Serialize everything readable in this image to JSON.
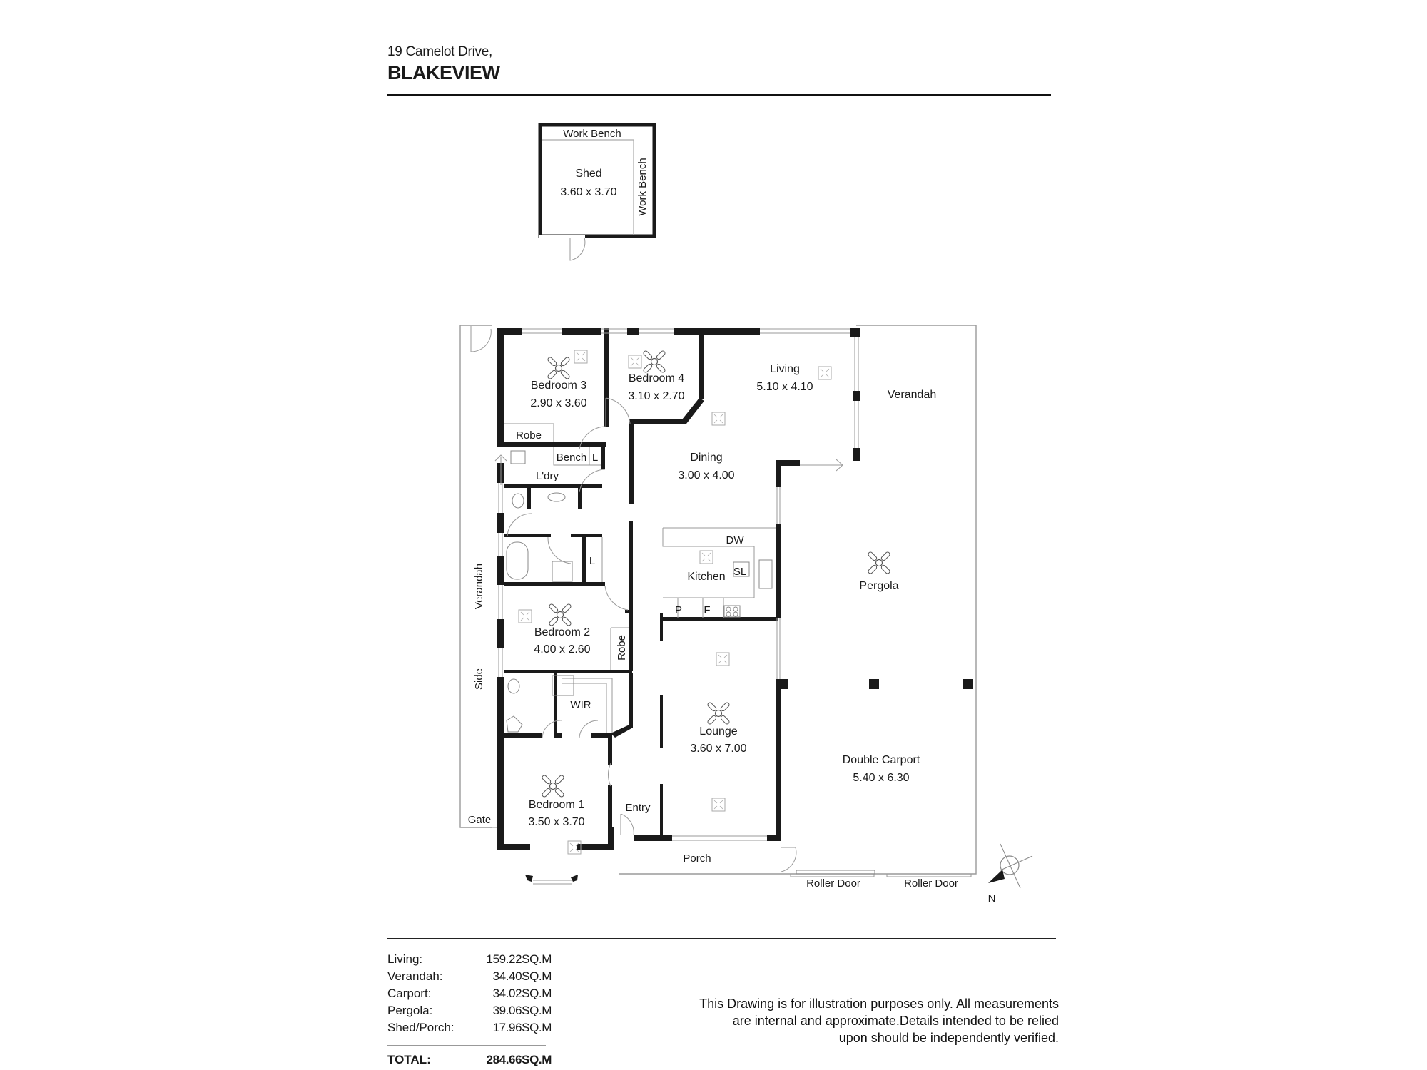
{
  "header": {
    "address": "19 Camelot Drive,",
    "suburb": "BLAKEVIEW"
  },
  "shed": {
    "name": "Shed",
    "dims": "3.60 x 3.70",
    "bench_top": "Work Bench",
    "bench_right": "Work Bench"
  },
  "rooms": {
    "bedroom3": {
      "name": "Bedroom 3",
      "dims": "2.90 x 3.60"
    },
    "bedroom4": {
      "name": "Bedroom 4",
      "dims": "3.10 x 2.70"
    },
    "living": {
      "name": "Living",
      "dims": "5.10 x 4.10"
    },
    "dining": {
      "name": "Dining",
      "dims": "3.00 x 4.00"
    },
    "kitchen": {
      "name": "Kitchen"
    },
    "bedroom2": {
      "name": "Bedroom 2",
      "dims": "4.00 x 2.60"
    },
    "lounge": {
      "name": "Lounge",
      "dims": "3.60 x 7.00"
    },
    "bedroom1": {
      "name": "Bedroom 1",
      "dims": "3.50 x 3.70"
    },
    "carport": {
      "name": "Double Carport",
      "dims": "5.40 x 6.30"
    },
    "pergola": {
      "name": "Pergola"
    },
    "verandah_right": {
      "name": "Verandah"
    }
  },
  "fixtures": {
    "robe": "Robe",
    "bench": "Bench",
    "linen": "L",
    "laundry": "L'dry",
    "linen2": "L",
    "robe2": "Robe",
    "wir": "WIR",
    "dw": "DW",
    "sl": "SL",
    "pantry": "P",
    "fridge": "F",
    "entry": "Entry",
    "porch": "Porch",
    "gate": "Gate",
    "side": "Side",
    "verandah_left": "Verandah",
    "roller_door_1": "Roller Door",
    "roller_door_2": "Roller Door",
    "north": "N"
  },
  "areas": [
    {
      "label": "Living:",
      "value": "159.22SQ.M"
    },
    {
      "label": "Verandah:",
      "value": "34.40SQ.M"
    },
    {
      "label": "Carport:",
      "value": "34.02SQ.M"
    },
    {
      "label": "Pergola:",
      "value": "39.06SQ.M"
    },
    {
      "label": "Shed/Porch:",
      "value": "17.96SQ.M"
    }
  ],
  "total": {
    "label": "TOTAL:",
    "value": "284.66SQ.M"
  },
  "disclaimer": {
    "line1": "This Drawing is for illustration purposes only. All measurements",
    "line2": "are internal and approximate.Details intended to be relied",
    "line3": "upon should be independently verified."
  },
  "colors": {
    "wall": "#1a1a1a",
    "thin_line": "#9a9a9a",
    "background": "#ffffff"
  }
}
